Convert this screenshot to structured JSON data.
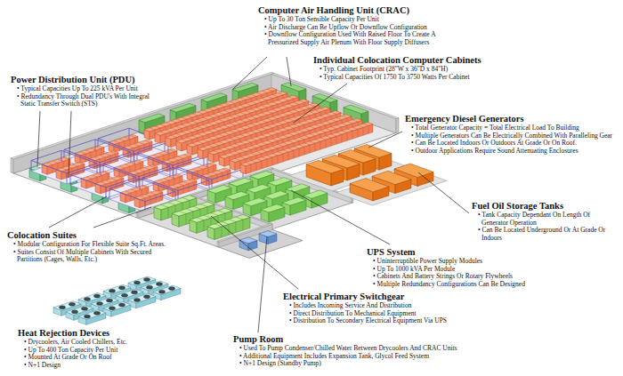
{
  "diagram": {
    "labels": [
      "Computer Air Handling Unit (CRAC)",
      "• Up To 30 Ton Sensible Capacity Per Unit",
      "• Air Discharge Can Be Upflow Or Downflow Configuration",
      "• Downflow Configuration Used With Raised Floor To Create A Pressurized Supply Air Plenum With Floor Supply Diffusers",
      "Power Distribution Unit (PDU)",
      "• Typical Capacities Up To 225 kVA Per Unit",
      "• Redundancy Through Dual PDU's With Integral Static Transfer Switch (STS)",
      "Individual Colocation Computer Cabinets",
      "• Typ. Cabinet Footprint (28\"W x 36\"D x 84\"H)",
      "• Typical Capacities Of 1750 To 3750 Watts Per Cabinet",
      "Emergency Diesel Generators",
      "• Total Generator Capacity = Total Electrical Load To Building",
      "• Multiple Generators Can Be Electrically Combined With Paralleling Gear",
      "• Can Be Located Indoors Or Outdoors At Grade Or On Roof.",
      "• Outdoor Applications Require Sound Attenuating Enclosures",
      "Fuel Oil Storage Tanks",
      "• Tank Capacity Dependant On Length Of Generator Operation",
      "• Can Be Located Underground Or At Grade Or Indoors",
      "Colocation Suites",
      "• Modular Configuration For Flexible Suite Sq.Ft. Areas.",
      "• Suites Consist Of Multiple Cabinets With Secured Partitions (Cages, Walls, Etc.)",
      "UPS System",
      "• Uninterruptible Power Supply Modules",
      "• Up To 1000 kVA Per Module",
      "• Cabinets And Battery Strings Or Rotary Flywheels",
      "• Multiple Redundancy Configurations Can Be Designed",
      "Electrical Primary Switchgear",
      "• Includes Incoming Service And Distribution",
      "• Direct Distribution To Mechanical Equipment",
      "• Distribution To Secondary Electrical Equipment Via UPS",
      "Heat Rejection Devices",
      "• Drycoolers, Air Cooled Chillers, Etc.",
      "• Up To 400 Ton Capacity Per Unit",
      "• Mounted At Grade Or On Roof",
      "• N+1 Design",
      "Pump Room",
      "• Used To Pump Condenser/Chilled Water Between Drycoolers And CRAC Units",
      "• Additional Equipment Includes Expansion Tank, Glycol Feed System",
      "• N+1 Design (Standby Pump)"
    ]
  }
}
